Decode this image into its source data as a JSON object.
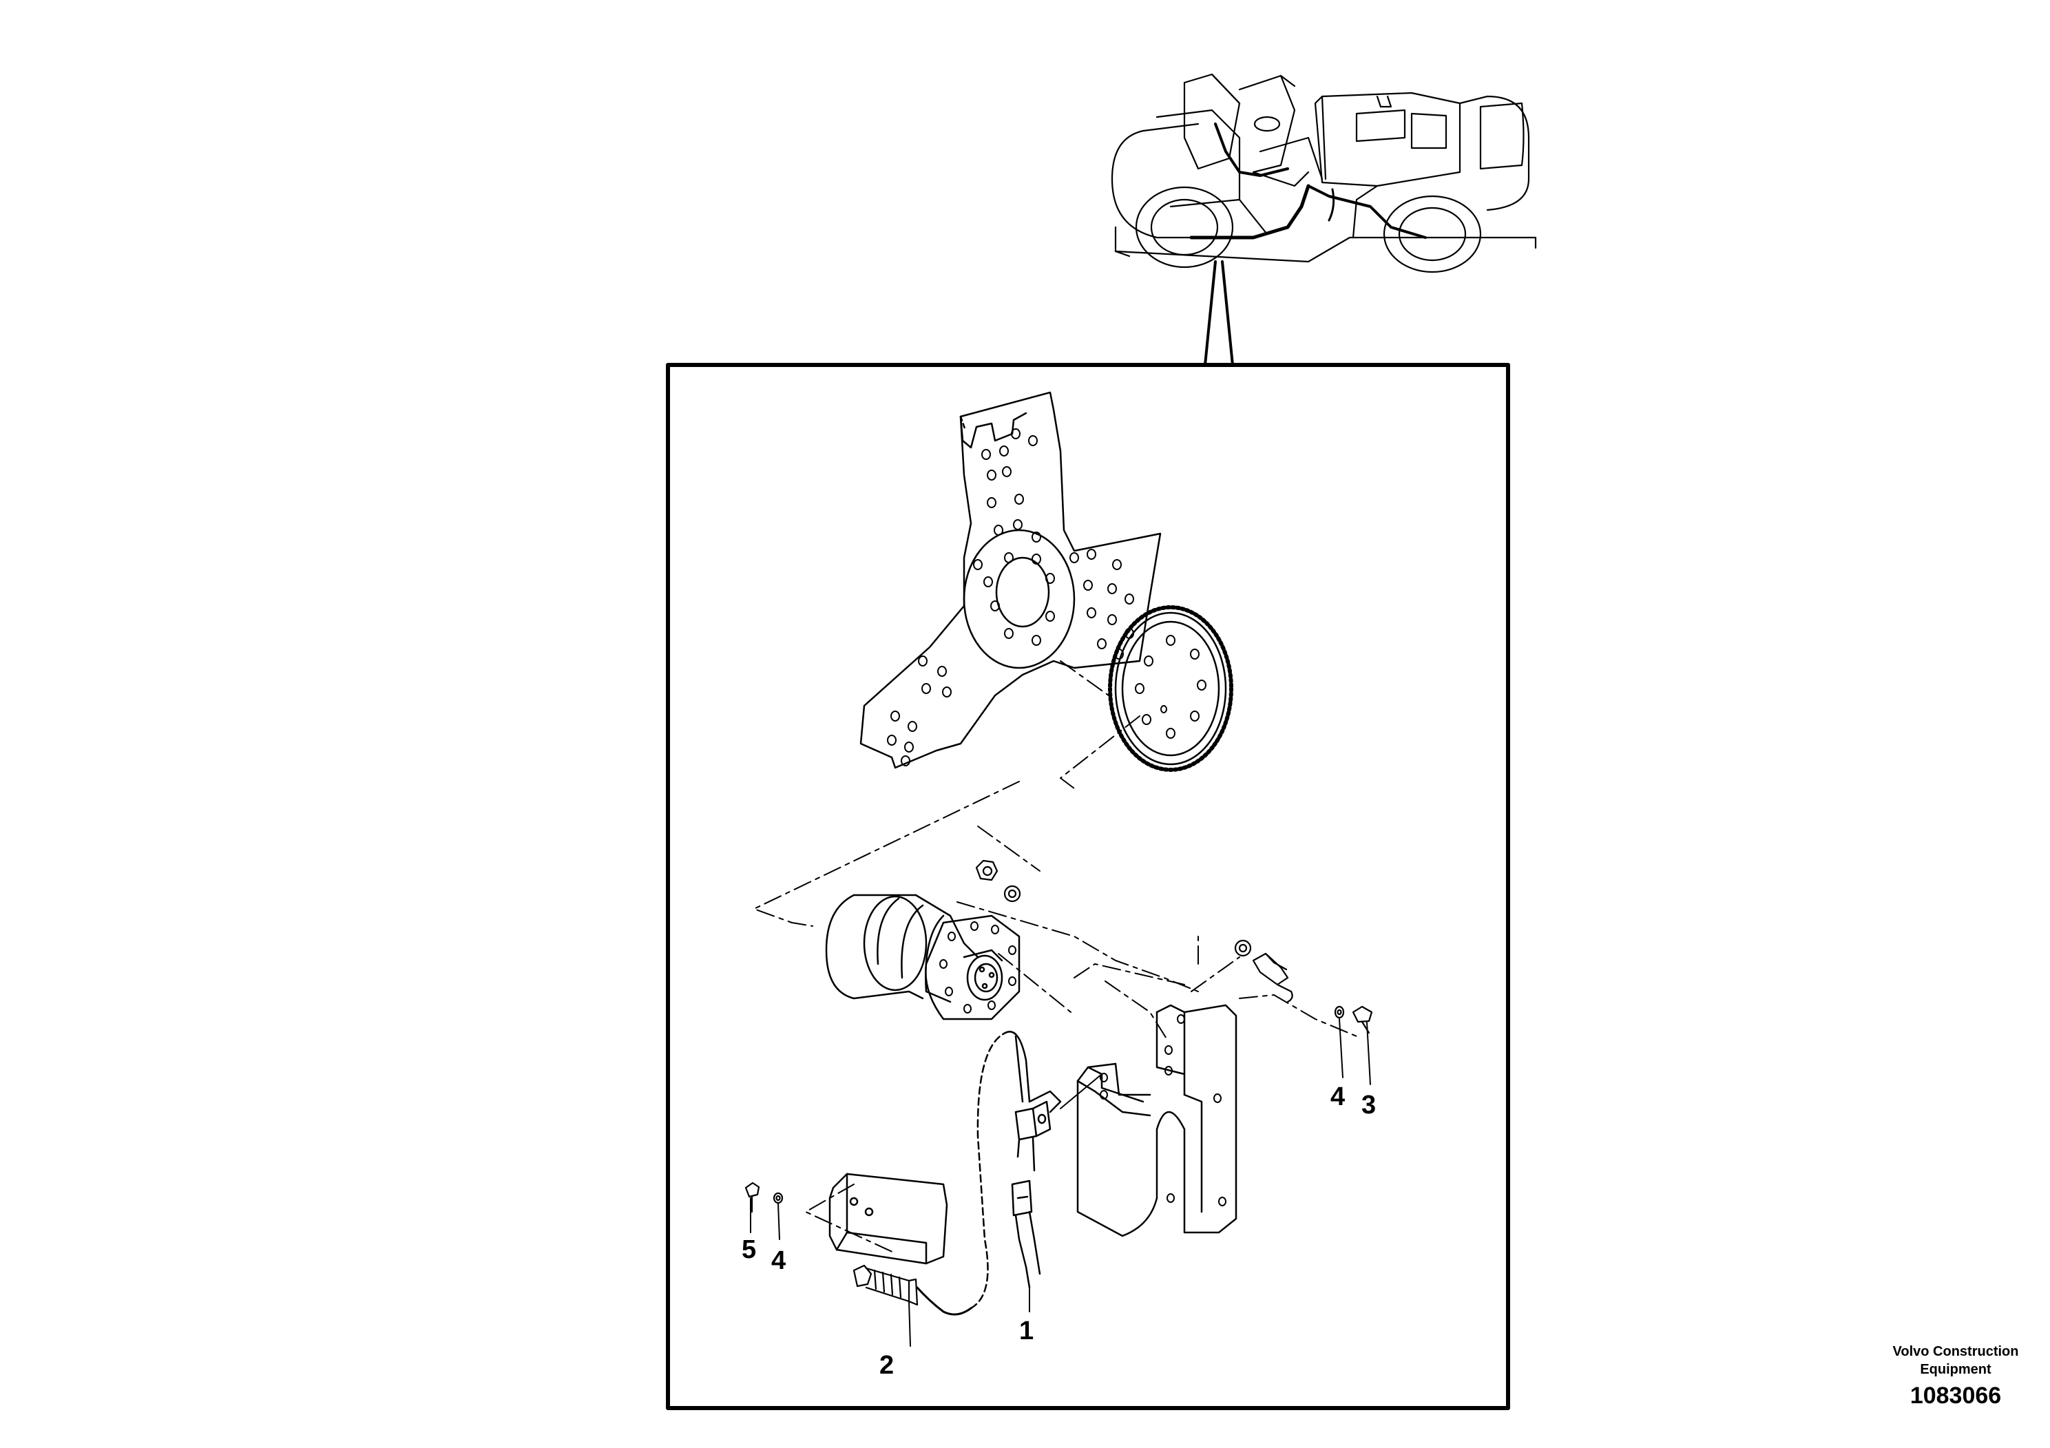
{
  "callouts": {
    "c1": "1",
    "c2": "2",
    "c3": "3",
    "c4a": "4",
    "c4b": "4",
    "c5": "5"
  },
  "footer": {
    "company_line1": "Volvo Construction",
    "company_line2": "Equipment",
    "drawing_number": "1083066"
  },
  "colors": {
    "ink": "#000000",
    "paper": "#ffffff"
  }
}
